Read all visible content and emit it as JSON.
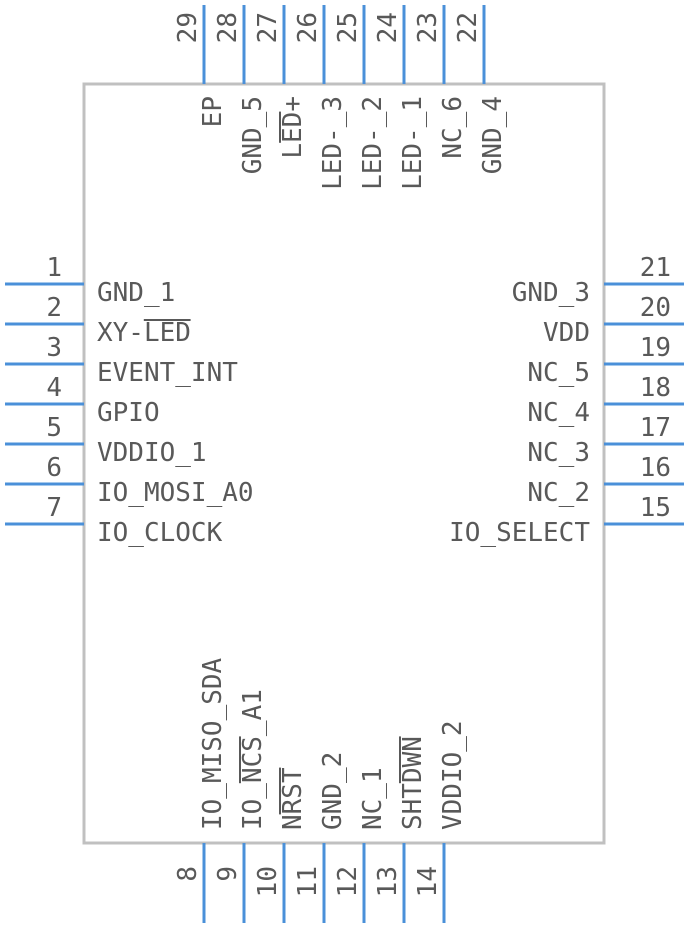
{
  "colors": {
    "pin": "#4a90d9",
    "body_outline": "#c0c0c0",
    "text": "#595959"
  },
  "left_pins": [
    {
      "num": "1",
      "name": "GND_1"
    },
    {
      "num": "2",
      "name": "XY-LED",
      "overbar": "LED"
    },
    {
      "num": "3",
      "name": "EVENT_INT"
    },
    {
      "num": "4",
      "name": "GPIO"
    },
    {
      "num": "5",
      "name": "VDDIO_1"
    },
    {
      "num": "6",
      "name": "IO_MOSI_A0"
    },
    {
      "num": "7",
      "name": "IO_CLOCK"
    }
  ],
  "right_pins": [
    {
      "num": "21",
      "name": "GND_3"
    },
    {
      "num": "20",
      "name": "VDD"
    },
    {
      "num": "19",
      "name": "NC_5"
    },
    {
      "num": "18",
      "name": "NC_4"
    },
    {
      "num": "17",
      "name": "NC_3"
    },
    {
      "num": "16",
      "name": "NC_2"
    },
    {
      "num": "15",
      "name": "IO_SELECT"
    }
  ],
  "bottom_pins": [
    {
      "num": "8",
      "name": "IO_MISO_SDA"
    },
    {
      "num": "9",
      "name": "IO_NCS_A1",
      "overbar": "NCS"
    },
    {
      "num": "10",
      "name": "NRST",
      "overbar": "RST"
    },
    {
      "num": "11",
      "name": "GND_2"
    },
    {
      "num": "12",
      "name": "NC_1"
    },
    {
      "num": "13",
      "name": "SHTDWN",
      "overbar": "DWN"
    },
    {
      "num": "14",
      "name": "VDDIO_2"
    }
  ],
  "top_pins": [
    {
      "num": "29",
      "name": "EP"
    },
    {
      "num": "28",
      "name": "GND_5"
    },
    {
      "num": "27",
      "name": "LED+",
      "overbar": "ED"
    },
    {
      "num": "26",
      "name": "LED-_3"
    },
    {
      "num": "25",
      "name": "LED-_2"
    },
    {
      "num": "24",
      "name": "LED-_1"
    },
    {
      "num": "23",
      "name": "NC_6"
    },
    {
      "num": "22",
      "name": "GND_4"
    }
  ]
}
